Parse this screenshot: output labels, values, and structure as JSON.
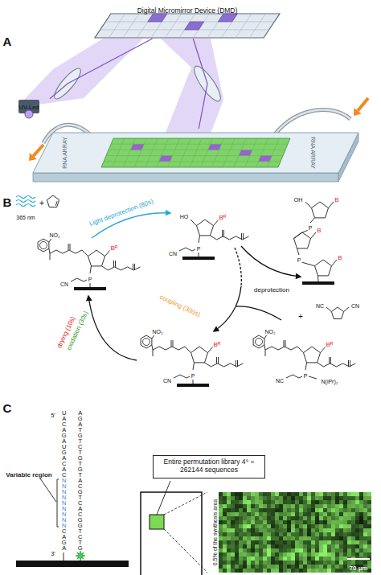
{
  "diagram": {
    "nodes": [
      {
        "text": [
          "Digital Micromirror Device (DMD)"
        ]
      },
      {
        "text": [
          "UV-Led"
        ]
      },
      {
        "text": [
          "RNA ARRAY",
          "RNA ARRAY"
        ]
      },
      {
        "text": [
          "Entire permutation library 4⁹ = 262144 sequences"
        ]
      },
      {
        "text": [
          "0.5% of the synthesis area",
          "70 µm"
        ]
      }
    ],
    "edges": [
      {
        "from": 1,
        "to": 0,
        "arrow": "none"
      },
      {
        "from": 0,
        "to": 2,
        "arrow": "none"
      }
    ],
    "labels": [
      "A",
      "B",
      "C",
      "365 nm",
      "+",
      "Light deprotection (80s)",
      "drying (10s)",
      "oxidation (30s)",
      "coupling (300s)",
      "deprotection",
      "NO₂",
      "Bᴿ",
      "CN",
      "P",
      "HO",
      "Bᴿ",
      "P",
      "CN",
      "OH",
      "B",
      "P",
      "B",
      "P",
      "B",
      "NO₂",
      "Bᴿ",
      "P",
      "CN",
      "+",
      "NC",
      "CN",
      "NO₂",
      "Bᴿ",
      "P",
      "NC",
      "N(iPr)₂",
      "5'",
      "3'",
      "Variable region",
      "UACAGAUGACAC",
      "NNNNNNNNN",
      "CAGA",
      "AGATGTCTGTGTACGTCACGGTCTG"
    ]
  }
}
